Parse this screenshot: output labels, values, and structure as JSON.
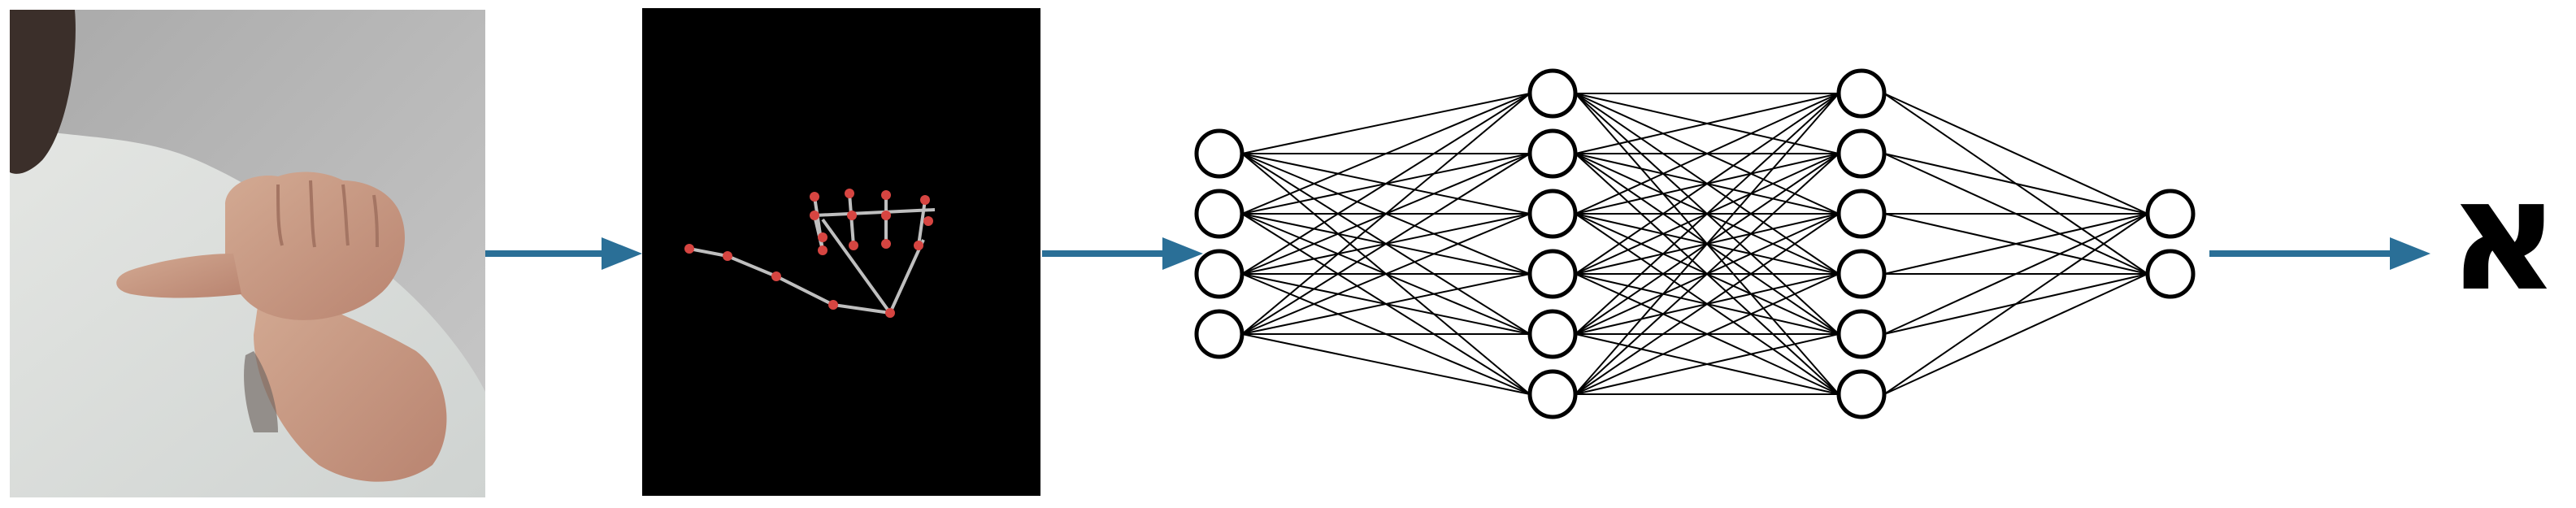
{
  "colors": {
    "arrow": "#2a6f97",
    "network_stroke": "#000000",
    "landmark_line": "#bfbfbf",
    "landmark_point": "#d64541",
    "background": "#ffffff",
    "landmark_bg": "#000000",
    "photo_wall": "#b7b7b7",
    "photo_shirt": "#d9dcda",
    "photo_skin": "#c79a82"
  },
  "pipeline": {
    "stages": [
      {
        "id": "input-photo",
        "icon": "hand-gesture-photo"
      },
      {
        "id": "hand-landmarks",
        "icon": "hand-landmark-skeleton"
      },
      {
        "id": "neural-network",
        "icon": "neural-network"
      },
      {
        "id": "output-letter",
        "icon": "hebrew-letter"
      }
    ]
  },
  "network": {
    "layers": [
      4,
      6,
      6,
      2
    ]
  },
  "output": {
    "letter": "א"
  }
}
